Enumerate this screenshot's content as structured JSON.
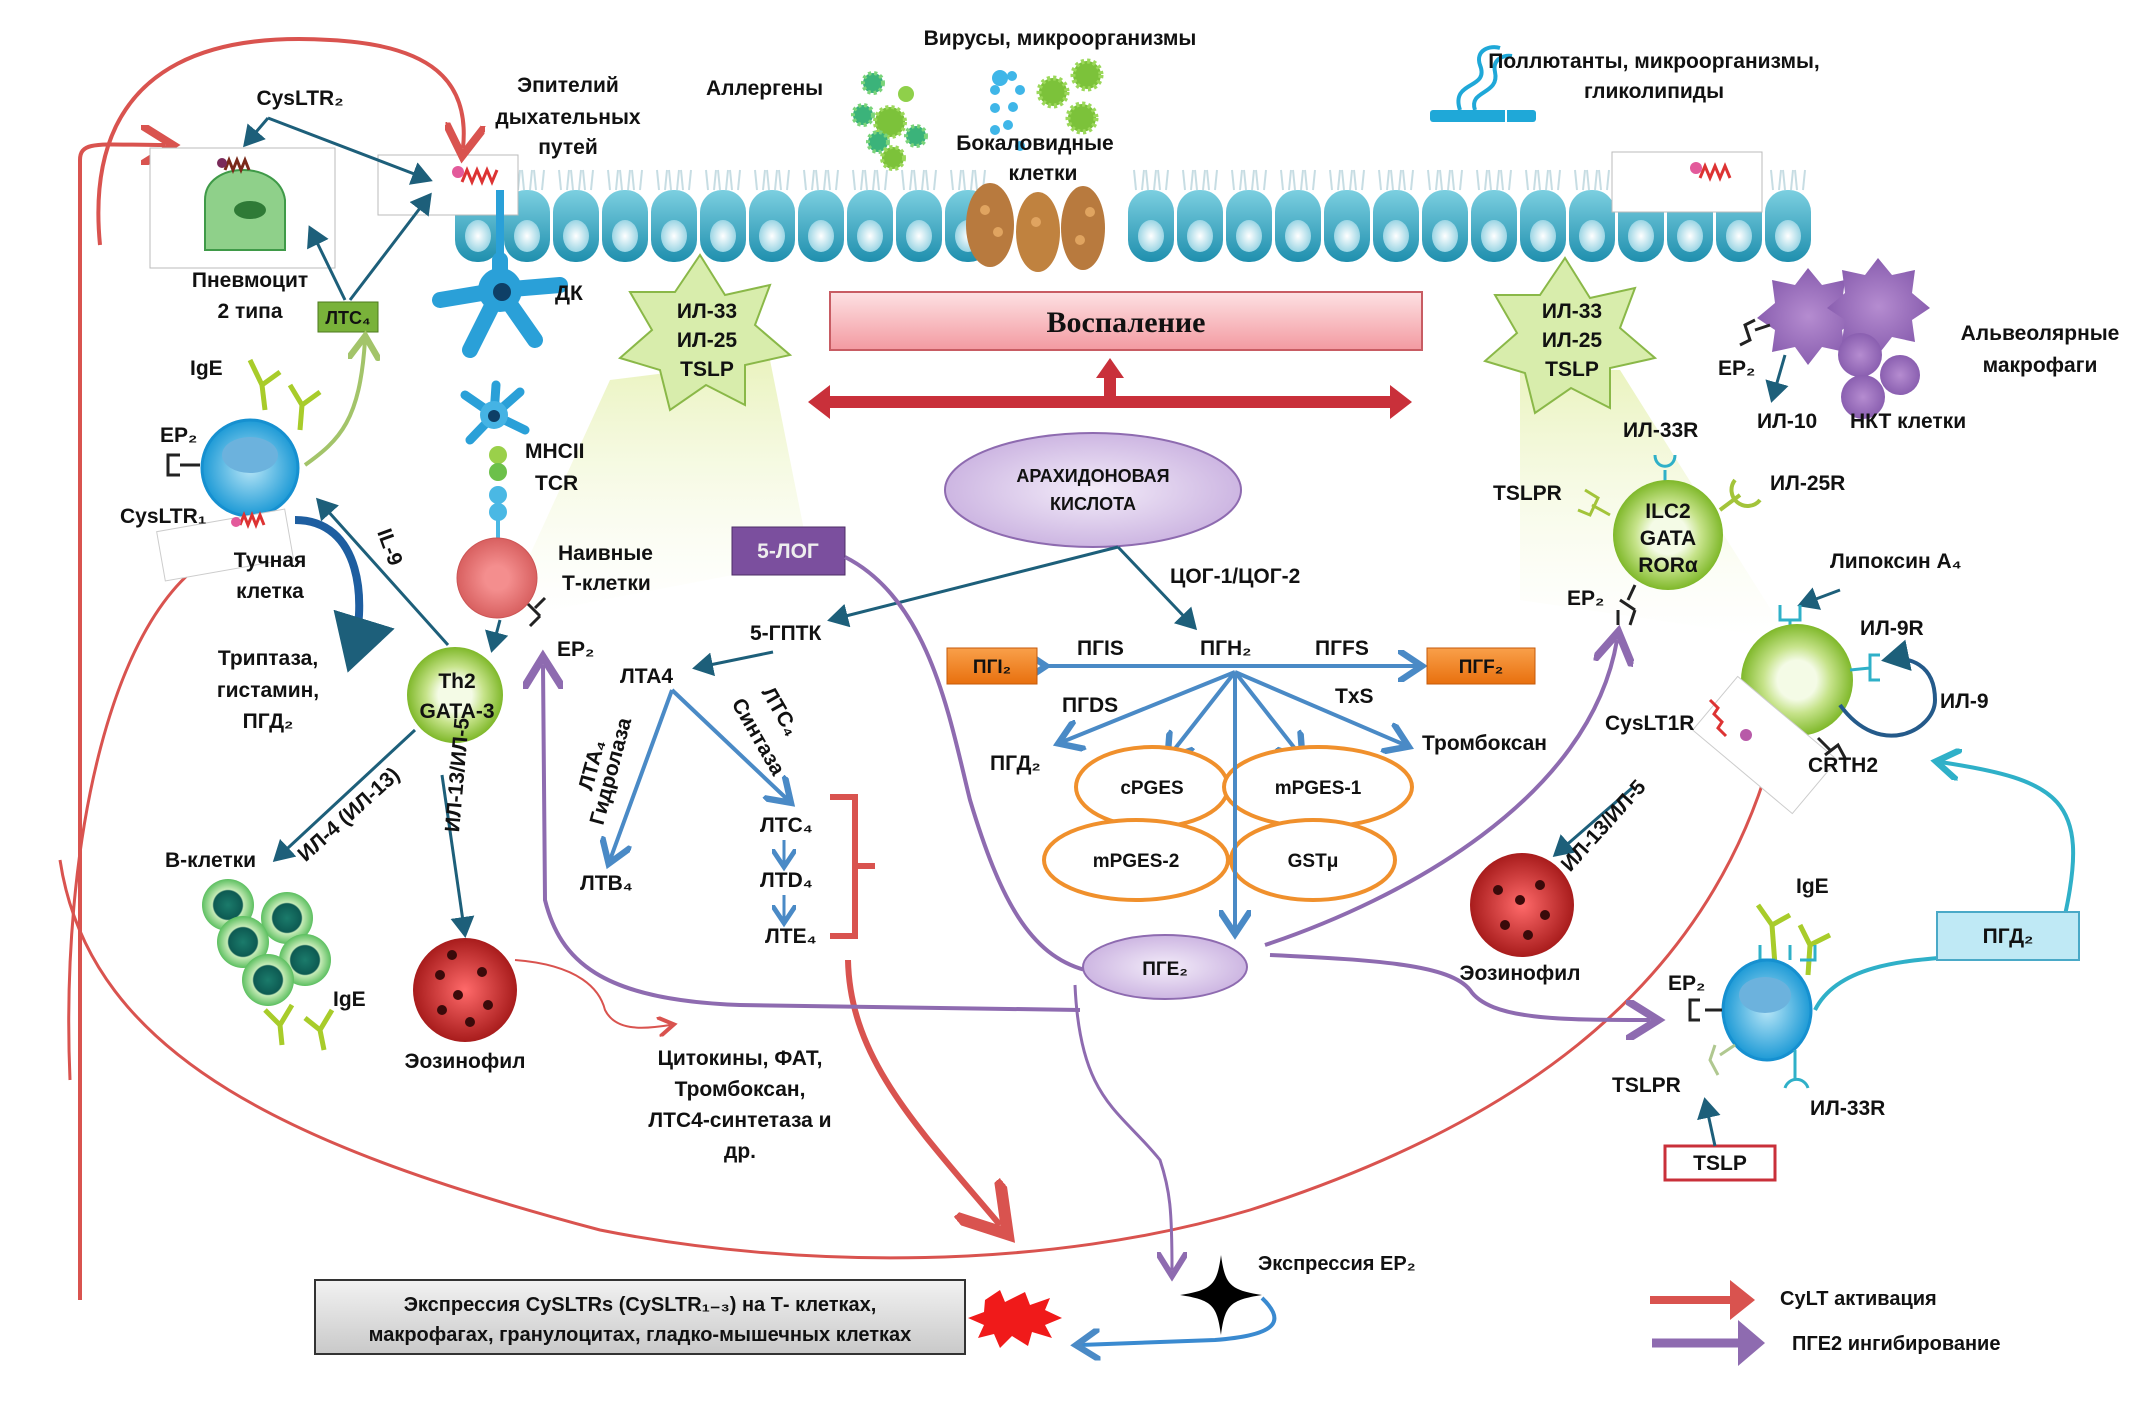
{
  "title": "Схема роли цистеиниловых лейкотриенов и ПГЕ2 при воспалении дыхательных путей",
  "colors": {
    "cylt_activation": "#d9534f",
    "pge2_inhibition": "#8e6bb0",
    "pathway_blue": "#4a8ac6",
    "dark_teal": "#1d5f7a",
    "epithelium": "#3ba7c4",
    "goblet": "#b87a3e",
    "inflammation_box": "#f7b9bd",
    "enzyme_orange": "#f07f1c",
    "ilc_green": "#9ccc3c",
    "five_lox": "#7b4f9e"
  },
  "environment": {
    "allergens": "Аллергены",
    "viruses": "Вирусы, микроорганизмы",
    "pollutants_line1": "Поллютанты, микроорганизмы,",
    "pollutants_line2": "гликолипиды",
    "goblet_line1": "Бокаловидные",
    "goblet_line2": "клетки",
    "epithelium_line1": "Эпителий",
    "epithelium_line2": "дыхательных",
    "epithelium_line3": "путей"
  },
  "left": {
    "cysltr2": "CysLTR₂",
    "pneumocyte_line1": "Пневмоцит",
    "pneumocyte_line2": "2 типа",
    "ltc4_box": "ЛТС₄",
    "ige": "IgE",
    "ep2": "EP₂",
    "cysltr1": "CysLTR₁",
    "mast_line1": "Тучная",
    "mast_line2": "клетка",
    "tryptase_line1": "Триптаза,",
    "tryptase_line2": "гистамин,",
    "tryptase_line3": "ПГД₂",
    "il9": "IL-9",
    "dc": "ДК",
    "mhc": "MHCII",
    "tcr": "TCR",
    "naive_line1": "Наивные",
    "naive_line2": "Т-клетки",
    "naive_ep2": "EP₂",
    "th2_line1": "Th2",
    "th2_line2": "GATA-3",
    "il4": "ИЛ-4 (ИЛ-13)",
    "il13": "ИЛ-13/ИЛ-5",
    "bcells": "В-клетки",
    "bcell_ige": "IgE",
    "eosinophil": "Эозинофил",
    "cytokines_line1": "Цитокины, ФАТ,",
    "cytokines_line2": "Тромбоксан,",
    "cytokines_line3": "ЛТС4-синтетаза и",
    "cytokines_line4": "др."
  },
  "star_left": {
    "line1": "ИЛ-33",
    "line2": "ИЛ-25",
    "line3": "TSLP"
  },
  "star_right": {
    "line1": "ИЛ-33",
    "line2": "ИЛ-25",
    "line3": "TSLP"
  },
  "inflammation": "Воспаление",
  "arachidonic": {
    "line1": "АРАХИДОНОВАЯ",
    "line2": "КИСЛОТА"
  },
  "lipoxygenase": {
    "five_lox": "5-ЛОГ",
    "five_hptk": "5-ГПТК",
    "lta4": "ЛТА4",
    "lta4_hydrolase_line1": "ЛТА₄",
    "lta4_hydrolase_line2": "Гидролаза",
    "ltc4_synthase_line1": "ЛТС₄",
    "ltc4_synthase_line2": "Синтаза",
    "ltb4": "ЛТВ₄",
    "ltc4": "ЛТС₄",
    "ltd4": "ЛТD₄",
    "lte4": "ЛТЕ₄"
  },
  "cyclooxygenase": {
    "cox": "ЦОГ-1/ЦОГ-2",
    "pgh2": "ПГН₂",
    "pgis": "ПГIS",
    "pgfs": "ПГFS",
    "pgi2": "ПГI₂",
    "pgf2": "ПГF₂",
    "pgds": "ПГDS",
    "txs": "TxS",
    "pgd2": "ПГД₂",
    "thromboxane": "Тромбоксан",
    "enzymes": [
      "cPGES",
      "mPGES-1",
      "mPGES-2",
      "GSTμ"
    ],
    "pge2": "ПГЕ₂"
  },
  "right": {
    "macrophages_line1": "Альвеолярные",
    "macrophages_line2": "макрофаги",
    "mac_ep2": "EP₂",
    "il10": "ИЛ-10",
    "nkt": "НКТ клетки",
    "il33r": "ИЛ-33R",
    "tslpr": "TSLPR",
    "il25r": "ИЛ-25R",
    "ilc2_line1": "ILC2",
    "ilc2_line2": "GATA",
    "ilc2_line3": "RORα",
    "ilc2_ep2": "EP₂",
    "lipoxin": "Липоксин A₄",
    "il9r": "ИЛ-9R",
    "il9": "ИЛ-9",
    "cyslt1r": "CysLT1R",
    "crth2": "CRTH2",
    "il13_il5": "ИЛ-13/ИЛ-5",
    "eosinophil": "Эозинофил",
    "ige": "IgE",
    "basophil_ep2": "EP₂",
    "basophil_tslpr": "TSLPR",
    "basophil_il33r": "ИЛ-33R",
    "pgd2_box": "ПГД₂",
    "tslp_box": "TSLP"
  },
  "bottom": {
    "expression_line1": "Экспрессия CySLTRs (CySLTR₁₋₃) на Т- клетках,",
    "expression_line2": "макрофагах, гранулоцитах, гладко-мышечных клетках",
    "ep2_expression": "Экспрессия EP₂"
  },
  "legend": {
    "items": [
      {
        "label": "CyLT активация",
        "color": "#d9534f"
      },
      {
        "label": "ПГЕ2 ингибирование",
        "color": "#8e6bb0"
      }
    ]
  }
}
